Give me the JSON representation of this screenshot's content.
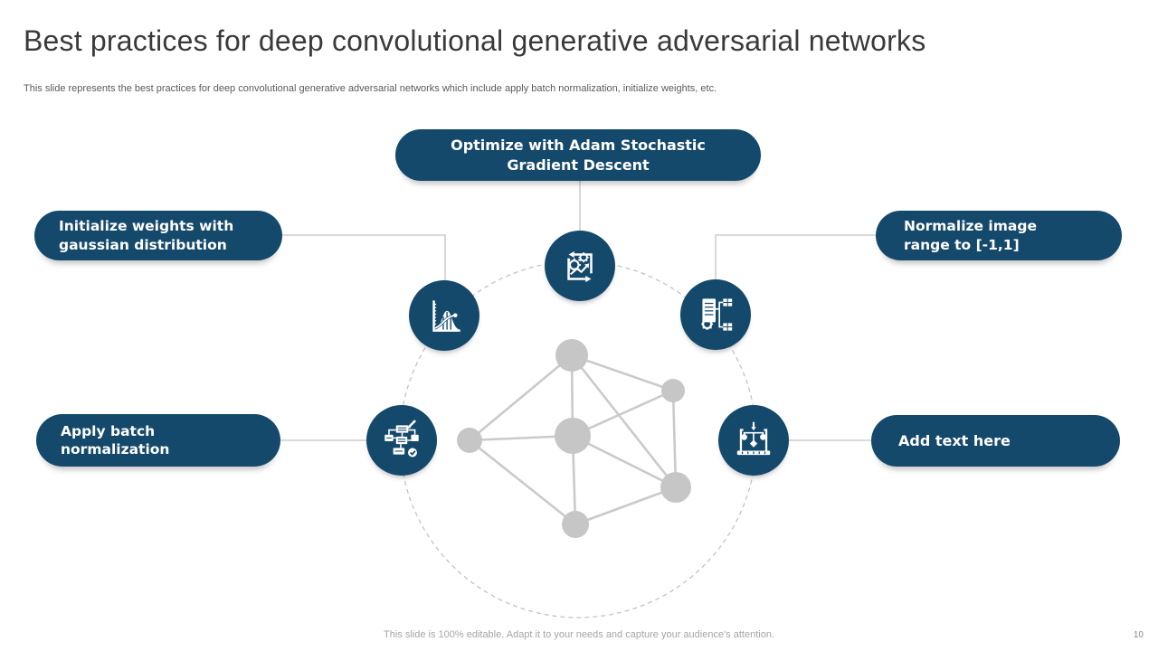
{
  "slide": {
    "title": "Best practices for deep convolutional generative adversarial networks",
    "subtitle": "This slide represents the best practices for deep convolutional generative adversarial networks which include apply batch normalization, initialize weights, etc.",
    "footer": "This slide is 100% editable. Adapt it to your needs and capture your audience's attention.",
    "page_number": "10"
  },
  "colors": {
    "primary": "#14496B",
    "title_text": "#3A3A3A",
    "body_text": "#5A5A5A",
    "footer_text": "#A6A6A6",
    "line_gray": "#C3C3C3",
    "node_gray": "#C6C6C6",
    "pill_text": "#FFFFFF"
  },
  "diagram": {
    "pills": [
      {
        "id": "optimize",
        "icon": "process-gears-icon",
        "lines": [
          "Optimize with Adam Stochastic",
          "Gradient Descent"
        ]
      },
      {
        "id": "initialize-weights",
        "icon": "gaussian-curve-icon",
        "lines": [
          "Initialize weights with",
          "gaussian distribution"
        ]
      },
      {
        "id": "normalize-range",
        "icon": "document-gear-icon",
        "lines": [
          "Normalize image",
          "range to [-1,1]"
        ]
      },
      {
        "id": "batch-normalization",
        "icon": "flowchart-edit-icon",
        "lines": [
          "Apply batch",
          "normalization"
        ]
      },
      {
        "id": "add-text",
        "icon": "board-flowchart-icon",
        "lines": [
          "Add text here",
          ""
        ]
      }
    ]
  }
}
